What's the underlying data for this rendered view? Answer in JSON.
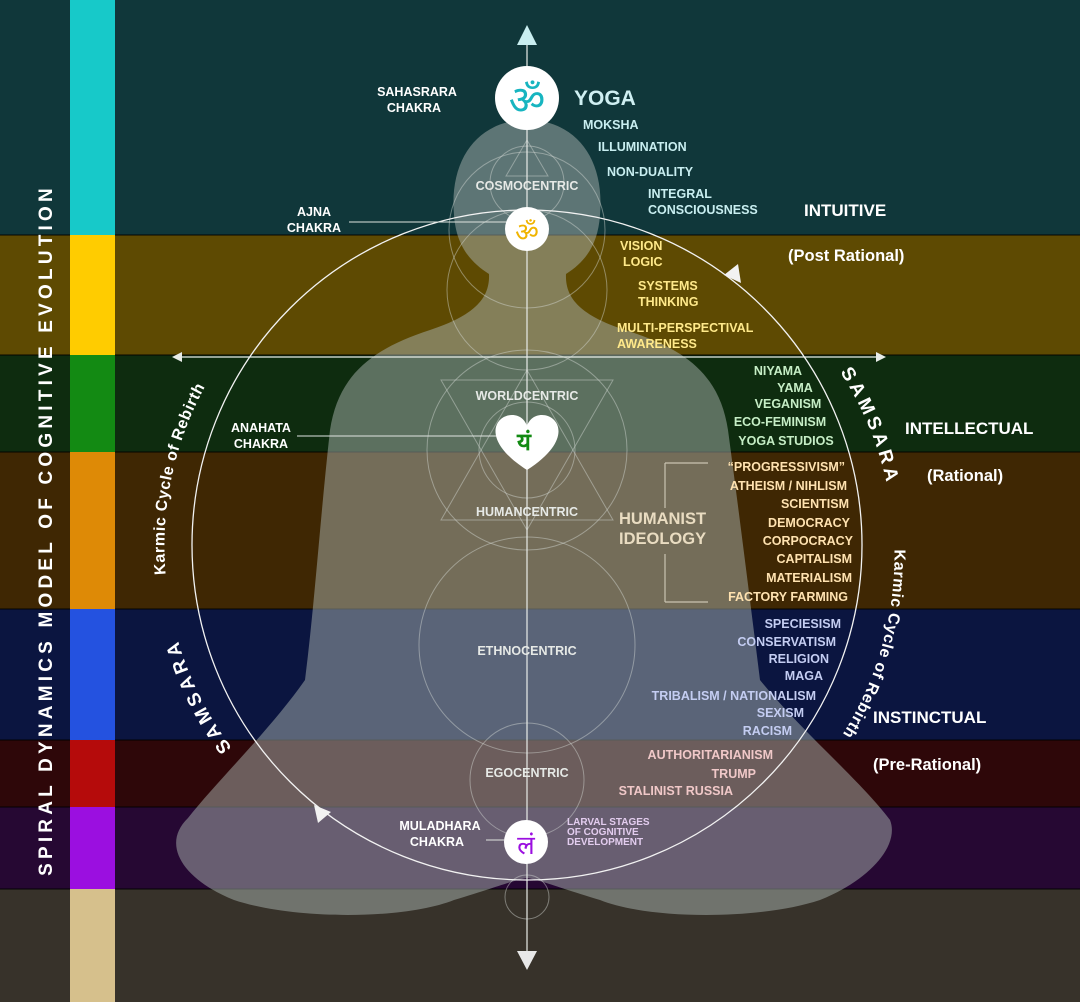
{
  "vertical_title": "SPIRAL DYNAMICS MODEL OF COGNITIVE EVOLUTION",
  "colors": {
    "turquoise": "#17c9c9",
    "yellow": "#ffcc00",
    "green": "#138a13",
    "orange": "#de8a06",
    "blue": "#2452e0",
    "red": "#b50b0b",
    "purple": "#9b0fe0",
    "beige": "#d6c08c"
  },
  "chakras": {
    "sahasrara": {
      "name_line1": "SAHASRARA",
      "name_line2": "CHAKRA",
      "glyph": "ॐ",
      "title": "YOGA"
    },
    "ajna": {
      "name_line1": "AJNA",
      "name_line2": "CHAKRA",
      "glyph": "ॐ"
    },
    "anahata": {
      "name_line1": "ANAHATA",
      "name_line2": "CHAKRA",
      "glyph": "यं"
    },
    "muladhara": {
      "name_line1": "MULADHARA",
      "name_line2": "CHAKRA",
      "glyph": "लं"
    }
  },
  "centric_labels": {
    "cosmo": "COSMOCENTRIC",
    "world": "WORLDCENTRIC",
    "human": "HUMANCENTRIC",
    "ethno": "ETHNOCENTRIC",
    "ego": "EGOCENTRIC"
  },
  "stages": {
    "intuitive": "INTUITIVE",
    "post_rational": "(Post Rational)",
    "intellectual": "INTELLECTUAL",
    "rational": "(Rational)",
    "instinctual": "INSTINCTUAL",
    "pre_rational": "(Pre-Rational)"
  },
  "items": {
    "turquoise": [
      "MOKSHA",
      "ILLUMINATION",
      "NON-DUALITY",
      "INTEGRAL",
      "CONSCIOUSNESS"
    ],
    "yellow": [
      "VISION",
      "LOGIC",
      "SYSTEMS",
      "THINKING",
      "MULTI-PERSPECTIVAL",
      "AWARENESS"
    ],
    "green": [
      "NIYAMA",
      "YAMA",
      "VEGANISM",
      "ECO-FEMINISM",
      "YOGA STUDIOS"
    ],
    "orange": [
      "“PROGRESSIVISM”",
      "ATHEISM / NIHLISM",
      "SCIENTISM",
      "DEMOCRACY",
      "CORPOCRACY",
      "CAPITALISM",
      "MATERIALISM",
      "FACTORY FARMING"
    ],
    "blue": [
      "SPECIESISM",
      "CONSERVATISM",
      "RELIGION",
      "MAGA",
      "TRIBALISM / NATIONALISM",
      "SEXISM",
      "RACISM"
    ],
    "red": [
      "AUTHORITARIANISM",
      "TRUMP",
      "STALINIST RUSSIA"
    ]
  },
  "humanist_line1": "HUMANIST",
  "humanist_line2": "IDEOLOGY",
  "larval_lines": [
    "LARVAL STAGES",
    "OF COGNITIVE",
    "DEVELOPMENT"
  ],
  "samsara": "SAMSARA",
  "karmic": "Karmic Cycle of Rebirth"
}
